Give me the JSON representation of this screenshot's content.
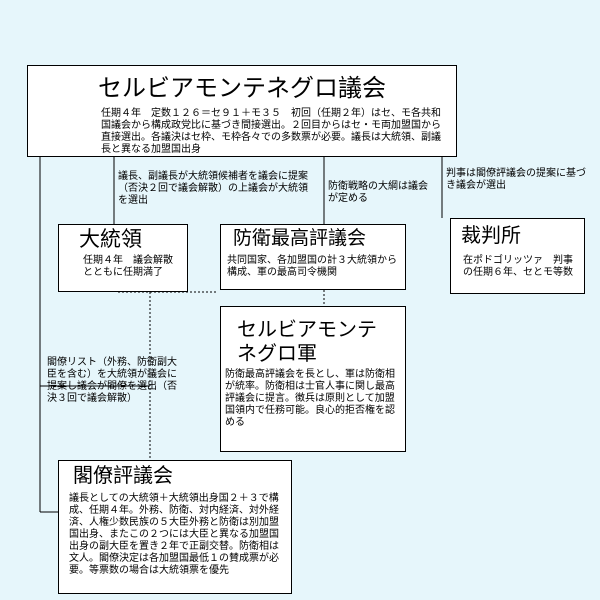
{
  "assembly": {
    "title": "セルビアモンテネグロ議会",
    "desc": "任期４年　定数１２６＝セ９１＋モ３５　初回（任期２年）はセ、モ各共和国議会から構成政党比に基づき間接選出。２回目からはセ・モ両加盟国から直接選出。各議決はセ枠、モ枠各々での多数票が必要。議長は大統領、副議長と異なる加盟国出身"
  },
  "president": {
    "title": "大統領",
    "desc": "任期４年　議会解散とともに任期満了"
  },
  "defense_council": {
    "title": "防衛最高評議会",
    "desc": "共同国家、各加盟国の計３大統領から構成、軍の最高司令機関"
  },
  "court": {
    "title": "裁判所",
    "desc": "在ポドゴリッツァ　判事の任期６年、セとモ等数"
  },
  "army": {
    "title": "セルビアモンテネグロ軍",
    "desc": "防衛最高評議会を長とし、軍は防衛相が統率。防衛相は士官人事に関し最高評議会に提言。徴兵は原則として加盟国領内で任務可能。良心的拒否権を認める"
  },
  "cabinet": {
    "title": "閣僚評議会",
    "desc": "議長としての大統領＋大統領出身国２＋３で構成、任期４年。外務、防衛、対内経済、対外経済、人権少数民族の５大臣外務と防衛は別加盟国出身、またこの２つには大臣と異なる加盟国出身の副大臣を置き２年で正副交替。防衛相は文人。閣僚決定は各加盟国最低１の賛成票が必要。等票数の場合は大統領票を優先"
  },
  "notes": {
    "president_election": "議長、副議長が大統領候補者を議会に提案（否決２回で議会解散）の上議会が大統領を選出",
    "defense_strategy": "防衛戦略の大綱は議会が定める",
    "judges": "判事は閣僚評議会の提案に基づき議会が選出",
    "cabinet_list": "閣僚リスト（外務、防衛副大臣を含む）を大統領が議会に提案し議会が閣僚を選出（否決３回で議会解散）"
  }
}
